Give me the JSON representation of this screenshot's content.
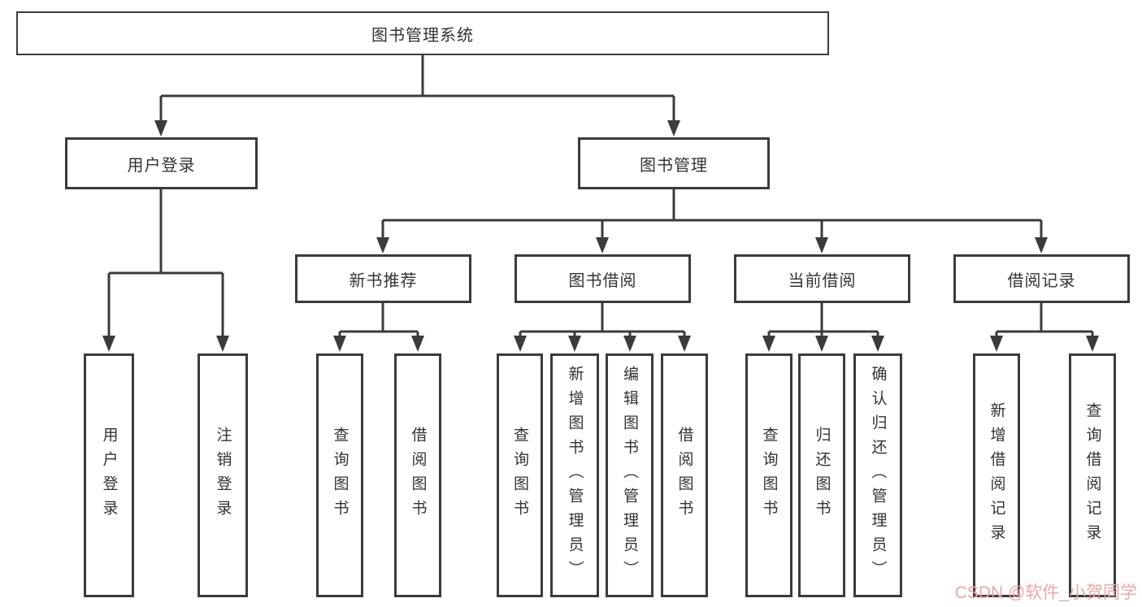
{
  "diagram_title": "图书管理系统",
  "colors": {
    "line": "#3b3b3b",
    "text": "#333333",
    "watermark": "#eca7a7",
    "background": "#ffffff"
  },
  "nodes": {
    "root": {
      "label": "图书管理系统"
    },
    "level2": [
      {
        "label": "用户登录",
        "parent": "图书管理系统"
      },
      {
        "label": "图书管理",
        "parent": "图书管理系统"
      }
    ],
    "level3": [
      {
        "label": "新书推荐",
        "parent": "图书管理"
      },
      {
        "label": "图书借阅",
        "parent": "图书管理"
      },
      {
        "label": "当前借阅",
        "parent": "图书管理"
      },
      {
        "label": "借阅记录",
        "parent": "图书管理"
      }
    ],
    "leaves": [
      {
        "label": "用户登录",
        "parent": "用户登录"
      },
      {
        "label": "注销登录",
        "parent": "用户登录"
      },
      {
        "label": "查询图书",
        "parent": "新书推荐"
      },
      {
        "label": "借阅图书",
        "parent": "新书推荐"
      },
      {
        "label": "查询图书",
        "parent": "图书借阅"
      },
      {
        "label": "新增图书（管理员）",
        "parent": "图书借阅"
      },
      {
        "label": "编辑图书（管理员）",
        "parent": "图书借阅"
      },
      {
        "label": "借阅图书",
        "parent": "图书借阅"
      },
      {
        "label": "查询图书",
        "parent": "当前借阅"
      },
      {
        "label": "归还图书",
        "parent": "当前借阅"
      },
      {
        "label": "确认归还（管理员）",
        "parent": "当前借阅"
      },
      {
        "label": "新增借阅记录",
        "parent": "借阅记录"
      },
      {
        "label": "查询借阅记录",
        "parent": "借阅记录"
      }
    ]
  },
  "watermark": {
    "text": "CSDN @软件_小贺同学"
  }
}
